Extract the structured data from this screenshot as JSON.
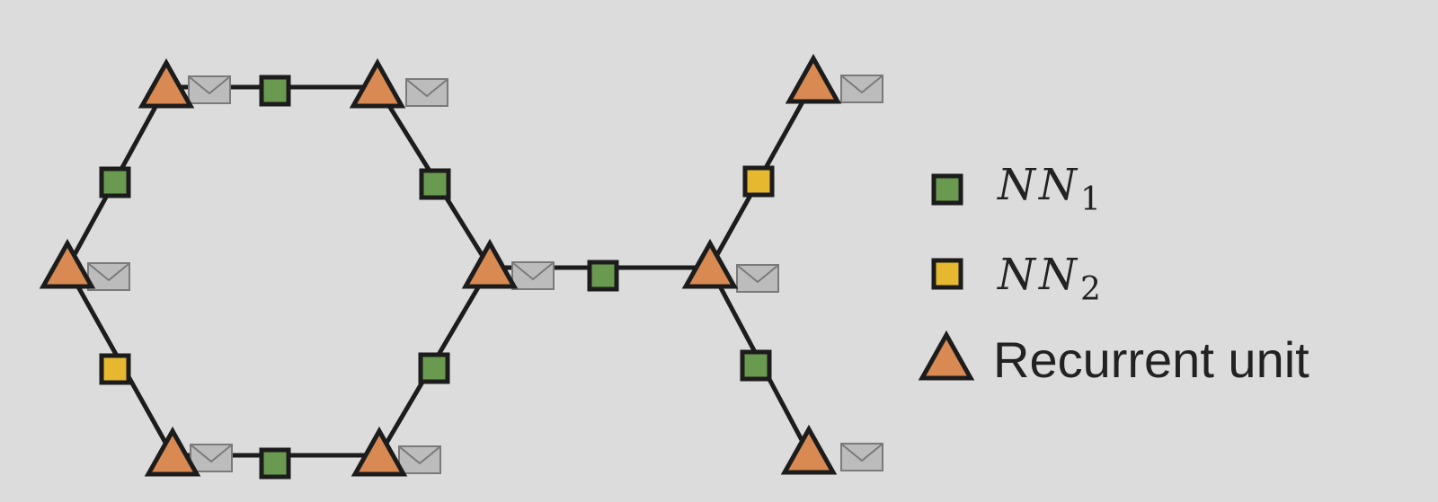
{
  "colors": {
    "background": "#dcdcdc",
    "nn1": "#6a9a4f",
    "nn2": "#e5b830",
    "recurrent_unit": "#d88a52",
    "message": "#bcbcbc",
    "edge": "#1c1c1c"
  },
  "icons": {
    "message": "envelope-icon",
    "recurrent_unit": "triangle-icon",
    "nn1": "square-icon",
    "nn2": "square-icon"
  },
  "legend": {
    "nn1": {
      "symbol": "NN",
      "subscript": "1"
    },
    "nn2": {
      "symbol": "NN",
      "subscript": "2"
    },
    "recurrent_unit": {
      "label": "Recurrent unit"
    }
  }
}
